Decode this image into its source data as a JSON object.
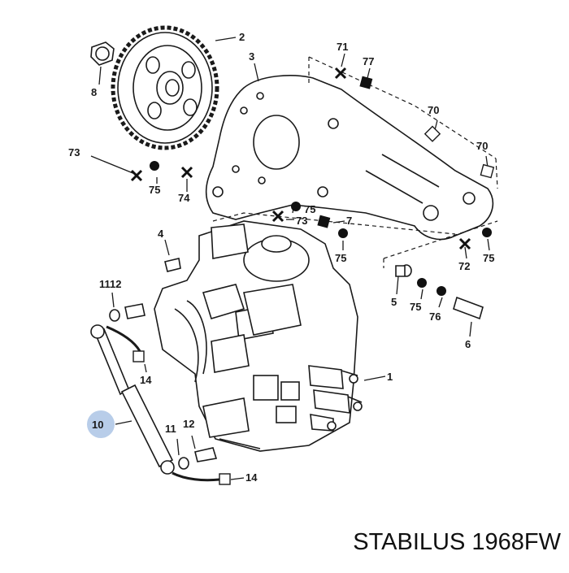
{
  "callouts": [
    {
      "id": "c2",
      "text": "2"
    },
    {
      "id": "c3",
      "text": "3"
    },
    {
      "id": "c8",
      "text": "8"
    },
    {
      "id": "c71",
      "text": "71"
    },
    {
      "id": "c77",
      "text": "77"
    },
    {
      "id": "c70a",
      "text": "70"
    },
    {
      "id": "c70b",
      "text": "70"
    },
    {
      "id": "c73a",
      "text": "73"
    },
    {
      "id": "c75a",
      "text": "75"
    },
    {
      "id": "c74",
      "text": "74"
    },
    {
      "id": "c75b",
      "text": "75"
    },
    {
      "id": "c73b",
      "text": "73"
    },
    {
      "id": "c7",
      "text": "7"
    },
    {
      "id": "c75c",
      "text": "75"
    },
    {
      "id": "c72",
      "text": "72"
    },
    {
      "id": "c75d",
      "text": "75"
    },
    {
      "id": "c4",
      "text": "4"
    },
    {
      "id": "c1112a",
      "text": "1112"
    },
    {
      "id": "c5",
      "text": "5"
    },
    {
      "id": "c75e",
      "text": "75"
    },
    {
      "id": "c76",
      "text": "76"
    },
    {
      "id": "c6",
      "text": "6"
    },
    {
      "id": "c14a",
      "text": "14"
    },
    {
      "id": "c1",
      "text": "1"
    },
    {
      "id": "c10",
      "text": "10"
    },
    {
      "id": "c11",
      "text": "11"
    },
    {
      "id": "c12",
      "text": "12"
    },
    {
      "id": "c14b",
      "text": "14"
    }
  ],
  "caption": "STABILUS 1968FW",
  "highlight_color": "#b8cde9"
}
